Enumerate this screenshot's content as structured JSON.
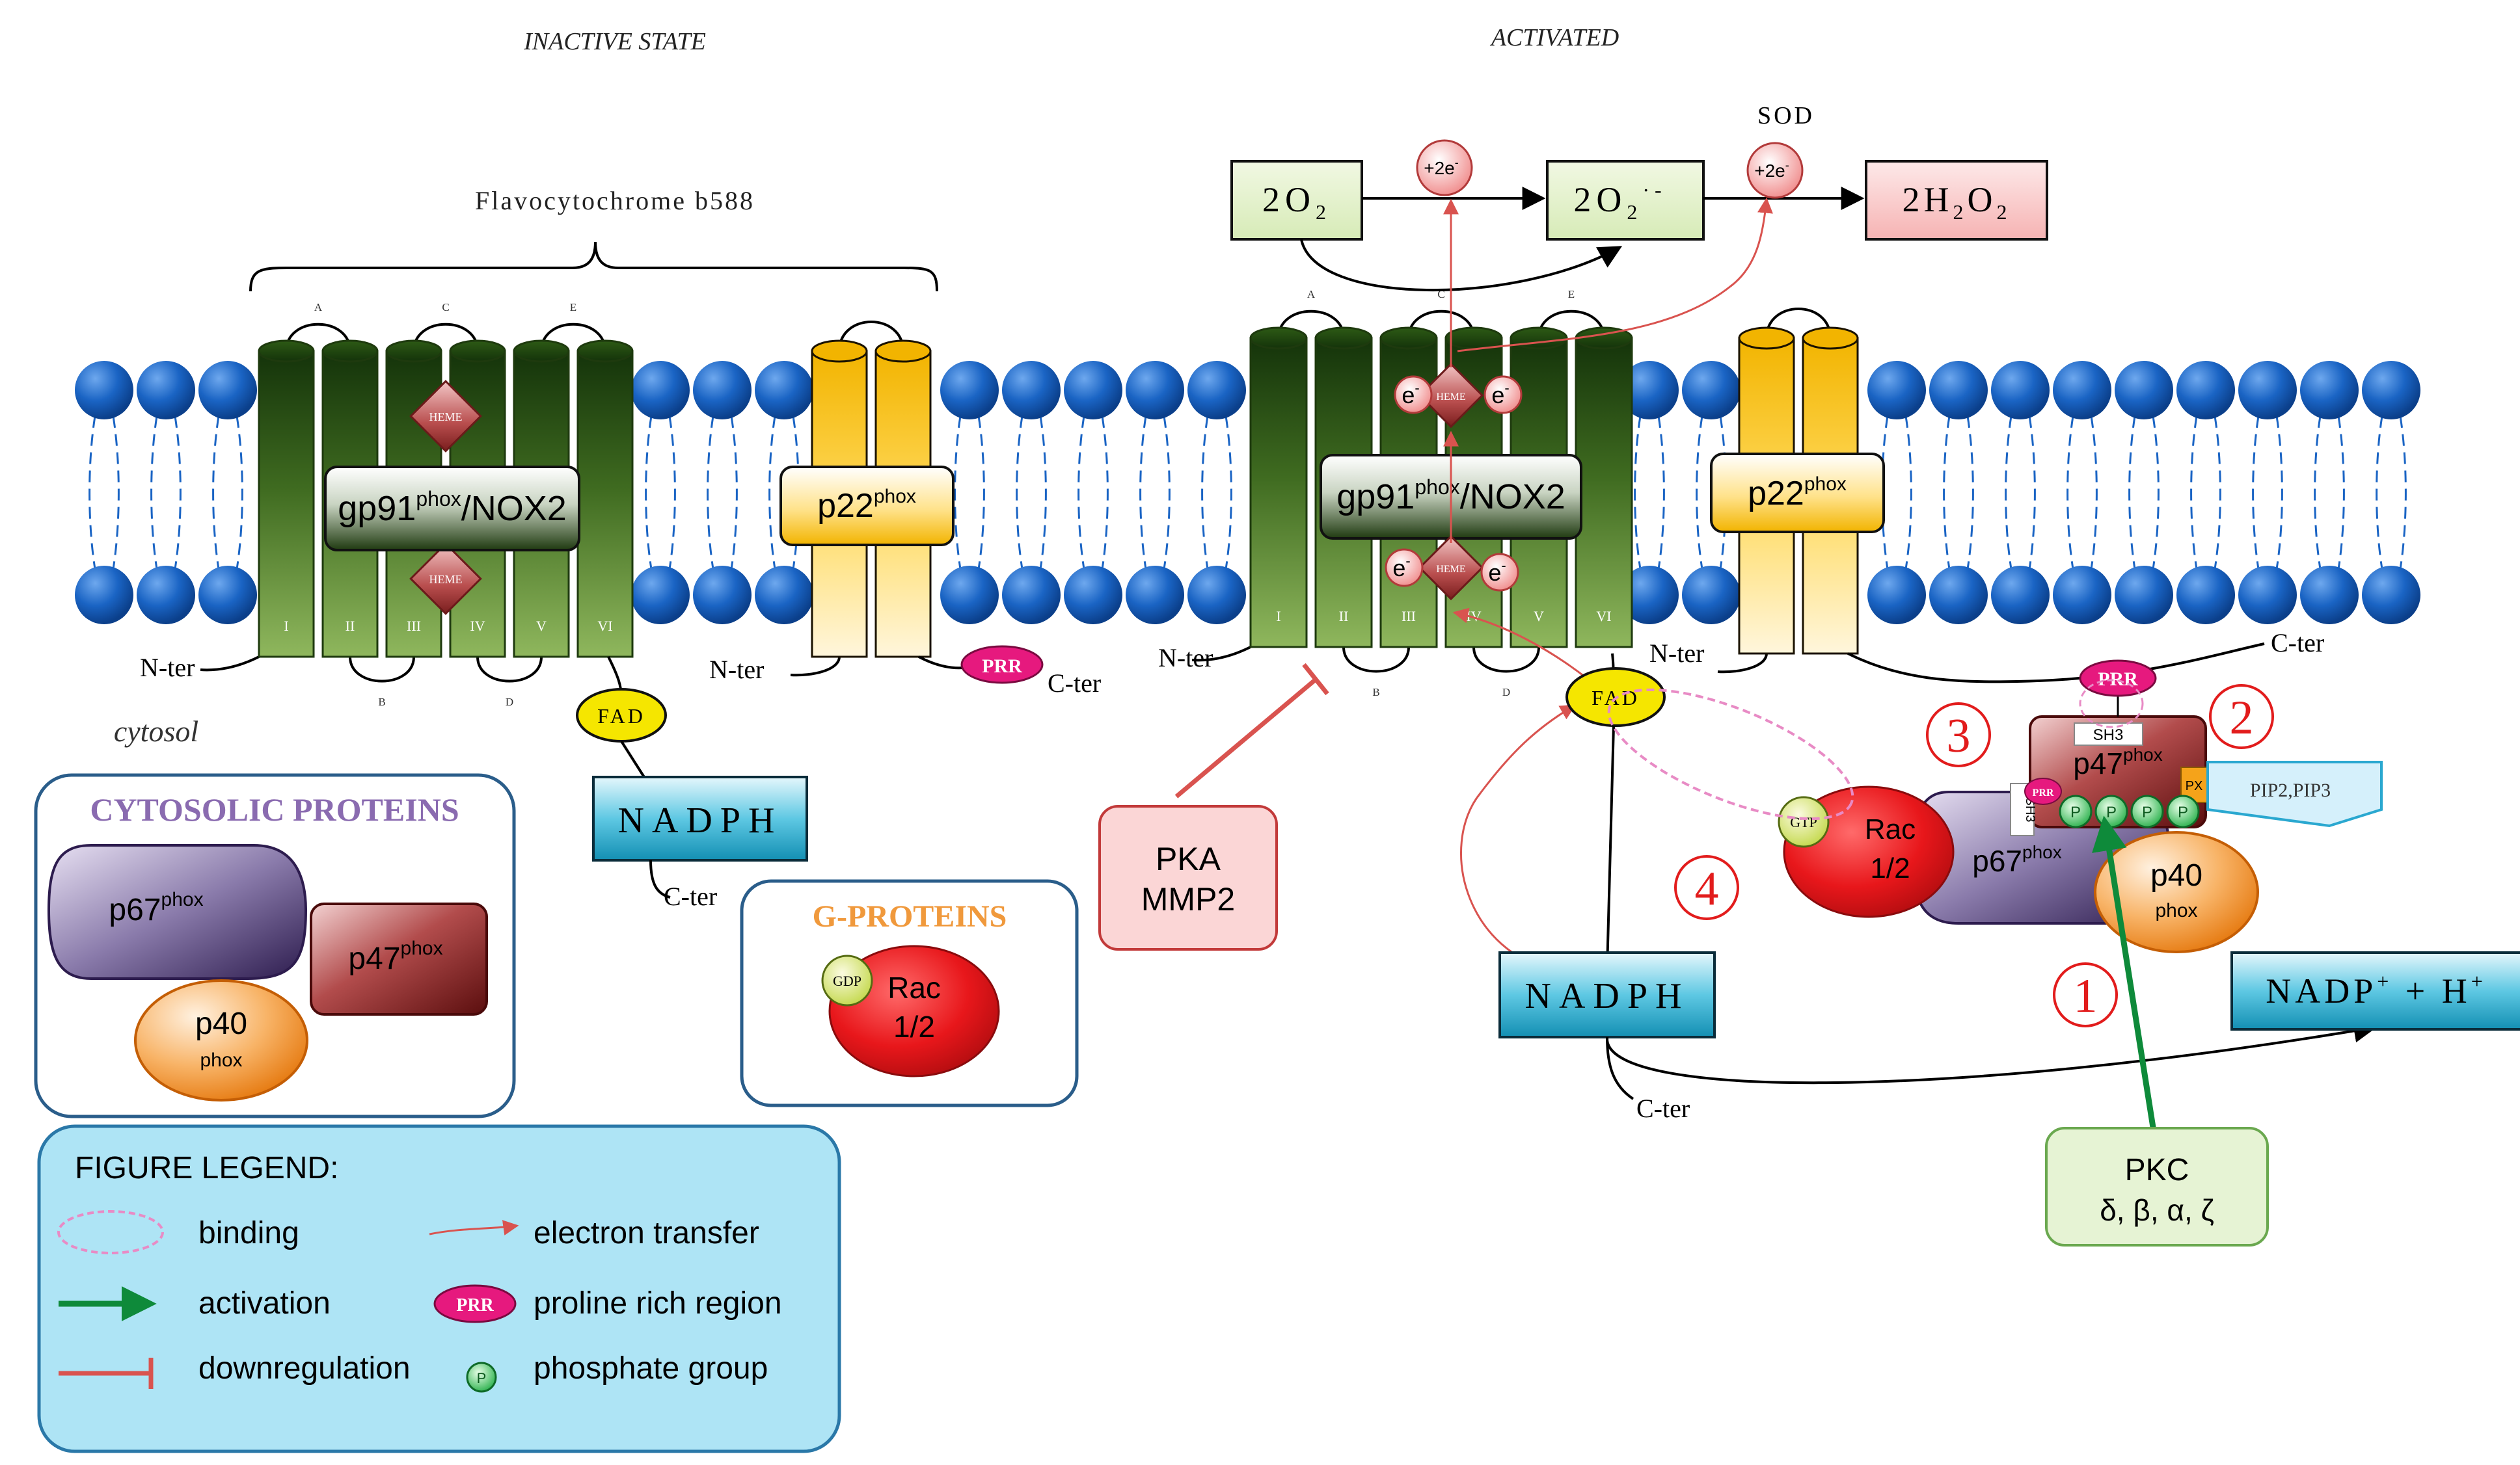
{
  "headers": {
    "inactive": "INACTIVE STATE",
    "activated": "ACTIVATED"
  },
  "cytosol_label": "cytosol",
  "flavocytochrome": "Flavocytochrome b588",
  "helix_roman": [
    "I",
    "II",
    "III",
    "IV",
    "V",
    "VI"
  ],
  "loop_upper": [
    "A",
    "C",
    "E"
  ],
  "loop_lower": [
    "B",
    "D"
  ],
  "heme": "HEME",
  "gp91": {
    "main": "gp91",
    "sup": "phox",
    "rest": "/NOX2"
  },
  "p22": {
    "main": "p22",
    "sup": "phox"
  },
  "p47": {
    "main": "p47",
    "sup": "phox"
  },
  "p67": {
    "main": "p67",
    "sup": "phox"
  },
  "p40": {
    "main": "p40",
    "sub": "phox"
  },
  "n_ter": "N-ter",
  "c_ter": "C-ter",
  "prr": "PRR",
  "fad": "FAD",
  "nadph": "NADPH",
  "cytosolic_proteins_title": "CYTOSOLIC PROTEINS",
  "g_proteins_title": "G-PROTEINS",
  "rac": {
    "line1": "Rac",
    "line2": "1/2"
  },
  "gdp": "GDP",
  "gtp": "GTP",
  "pka": {
    "line1": "PKA",
    "line2": "MMP2"
  },
  "pkc": {
    "line1": "PKC",
    "line2": "δ, β, α, ζ"
  },
  "reaction": {
    "o2": {
      "a": "2O",
      "b": "2"
    },
    "superoxide": {
      "a": "2O",
      "b": "2",
      "c": "·-"
    },
    "h2o2": {
      "a": "2H",
      "b": "2",
      "c": "O",
      "d": "2"
    },
    "plus2e": {
      "a": "+2e",
      "b": "-"
    },
    "sod": "SOD"
  },
  "electron": {
    "a": "e",
    "b": "-"
  },
  "nadp": {
    "a": "NADP",
    "b": "+",
    "c": " + H",
    "d": "+"
  },
  "sh3": "SH3",
  "px": "PX",
  "pip": "PIP2,PIP3",
  "p_group": "P",
  "steps": [
    "1",
    "2",
    "3",
    "4"
  ],
  "legend": {
    "title": "FIGURE LEGEND:",
    "binding": "binding",
    "activation": "activation",
    "downregulation": "downregulation",
    "electron_transfer": "electron transfer",
    "proline_rich_region": "proline rich region",
    "phosphate_group": "phosphate group"
  },
  "colors": {
    "membrane_head": "#1560c0",
    "helix_green": "#3f6b20",
    "p22_yellow": "#f5c000",
    "p47_red": "#a83a3a",
    "p67_purple": "#7b6a9b",
    "p40_orange": "#f6a24a",
    "rac_red": "#e8171b",
    "nadph_cyan": "#38b6d6",
    "fad_yellow": "#f5e600",
    "prr_pink": "#e6197e",
    "activation_green": "#0e8a3a",
    "downreg_red": "#d9534f",
    "step_red": "#e21c1c",
    "legend_bg": "#aee4f5"
  }
}
